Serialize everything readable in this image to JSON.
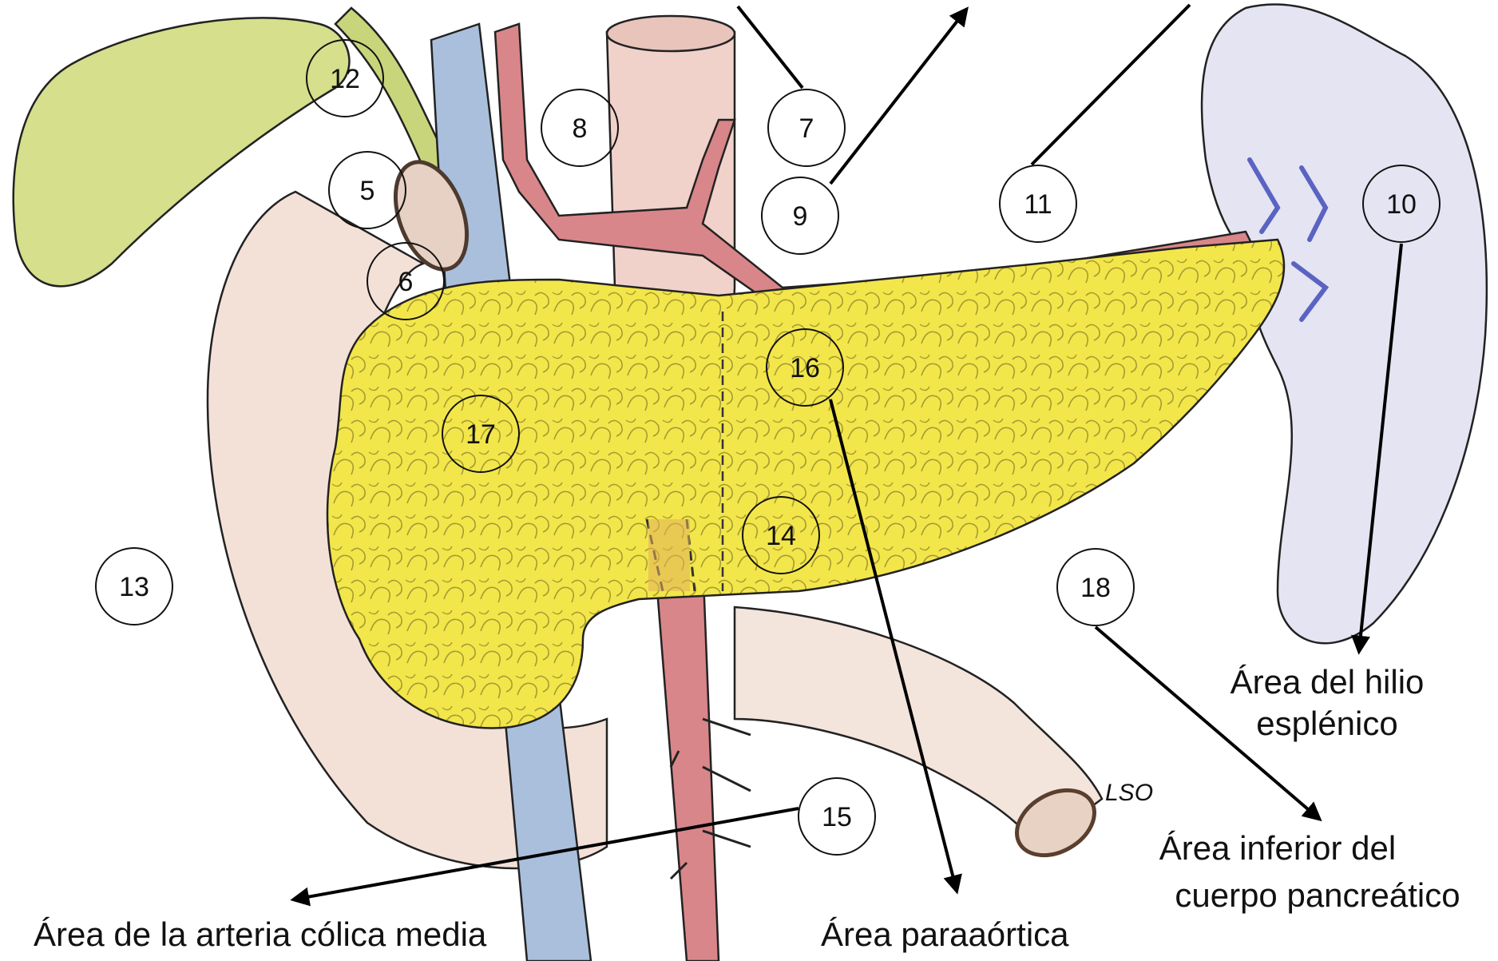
{
  "diagram": {
    "markers": [
      "12",
      "8",
      "7",
      "9",
      "11",
      "10",
      "5",
      "6",
      "16",
      "17",
      "14",
      "13",
      "18",
      "15"
    ],
    "captions": {
      "splenic_hilum_line1": "Área del hilio",
      "splenic_hilum_line2": "esplénico",
      "inferior_body_line1": "Área inferior del",
      "inferior_body_line2": "cuerpo pancreático",
      "middle_colic": "Área de la arteria cólica media",
      "paraaortic": "Área paraaórtica"
    },
    "abbreviation": "LSO"
  },
  "colors": {
    "pancreas": "#f2e84a",
    "gallbladder": "#d5df8c",
    "vein": "#a9bfdc",
    "artery": "#d8868a",
    "aorta": "#f0d2ca",
    "duodenum": "#f3e1d8",
    "spleen": "#e4e4f2"
  }
}
